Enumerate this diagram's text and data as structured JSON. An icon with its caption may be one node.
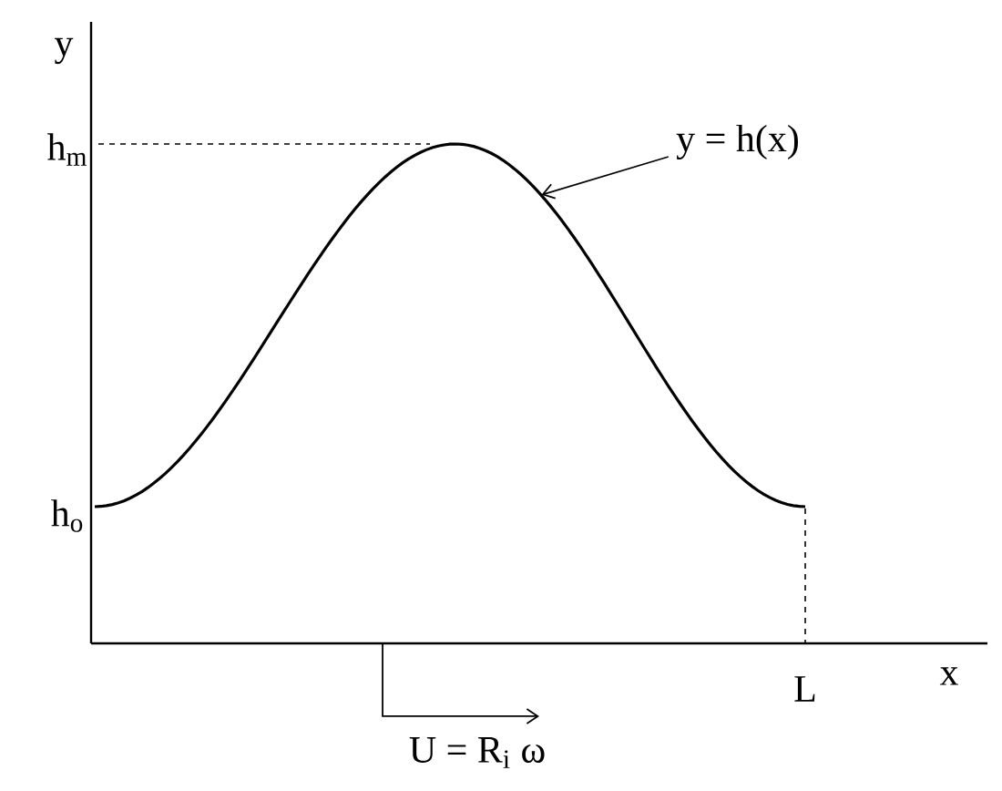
{
  "diagram": {
    "nodes": [
      {
        "text": [
          "y = h(x)"
        ]
      },
      {
        "text": [],
        "shape": "curve"
      }
    ],
    "edges": [
      {
        "from": 0,
        "to": 1,
        "arrow": "to"
      }
    ],
    "labels": [
      "y",
      "h$_{m}$",
      "h$_{o}$",
      "x",
      "L",
      "U = R$_{i}$ ω"
    ]
  }
}
